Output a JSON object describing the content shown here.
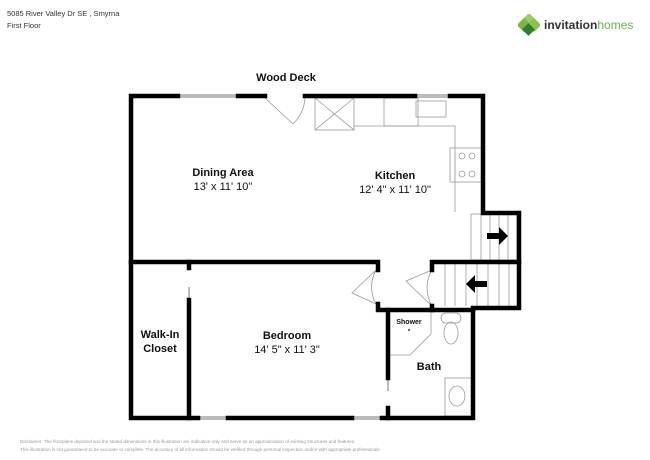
{
  "header": {
    "address": "5085 River Valley Dr SE , Smyrna",
    "floor": "First Floor"
  },
  "logo": {
    "part1": "invitation",
    "part2": "homes",
    "colors": {
      "dark": "#333333",
      "green": "#6ab04c"
    }
  },
  "plan": {
    "outside_label": "Wood Deck",
    "rooms": [
      {
        "name": "Dining Area",
        "dims": "13' x 11' 10\""
      },
      {
        "name": "Kitchen",
        "dims": "12' 4\" x 11' 10\""
      },
      {
        "name": "Walk-In",
        "name2": "Closet"
      },
      {
        "name": "Bedroom",
        "dims": "14' 5\" x 11' 3\""
      },
      {
        "name": "Shower"
      },
      {
        "name": "Bath"
      }
    ]
  },
  "disclaimer": {
    "line1": "Disclaimer: The floorplans depicted and the stated dimensions in this illustration are indicative only and serve as an approximation of existing structures and features.",
    "line2": "This illustration is not guaranteed to be accurate or complete. The accuracy of all information should be verified through personal inspection and/or with appropriate professionals."
  }
}
